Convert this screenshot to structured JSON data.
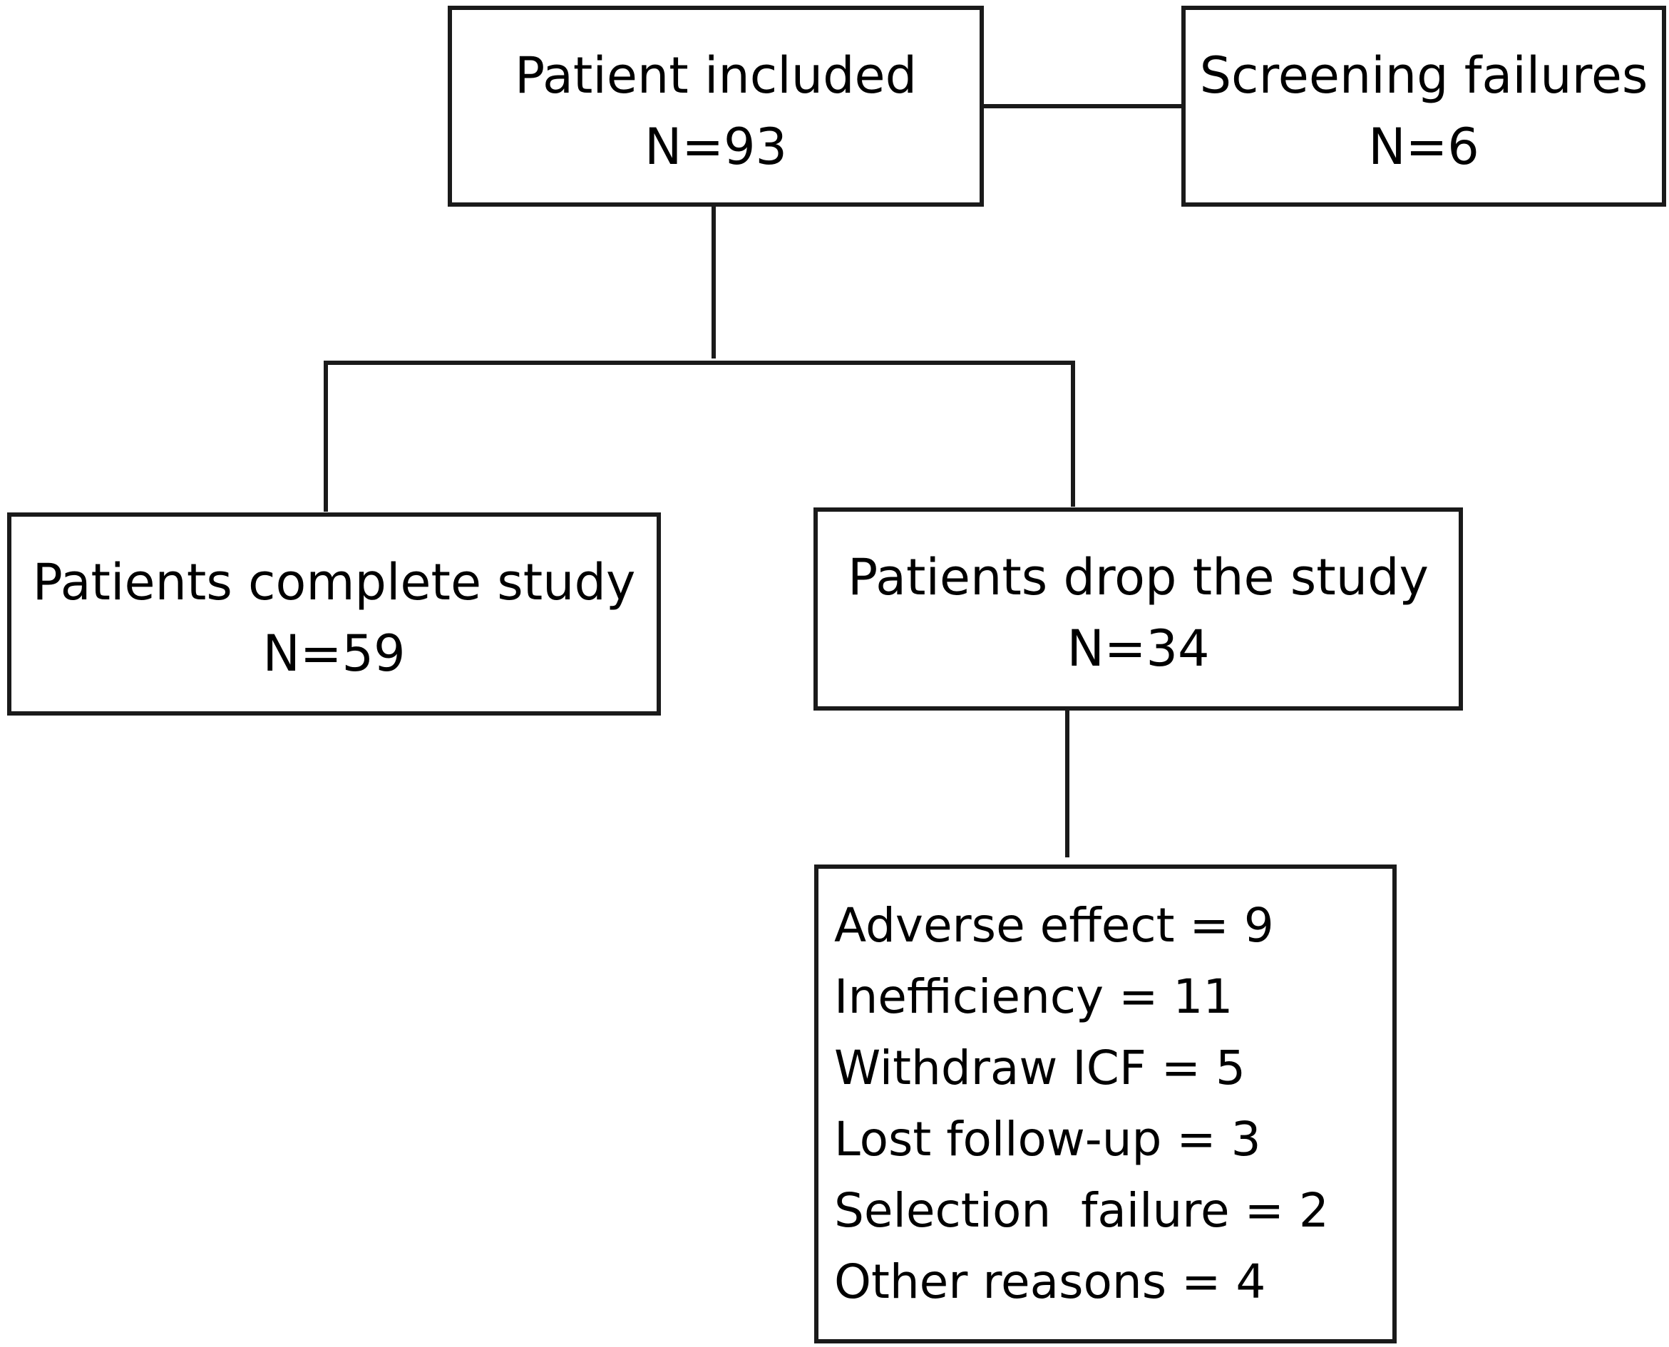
{
  "boxes": {
    "included": {
      "title": "Patient included",
      "count": "N=93"
    },
    "screening": {
      "title": "Screening failures",
      "count": "N=6"
    },
    "complete": {
      "title": "Patients complete study",
      "count": "N=59"
    },
    "drop": {
      "title": "Patients drop the study",
      "count": "N=34"
    }
  },
  "drop_reasons": [
    "Adverse effect = 9",
    "Inefficiency = 11",
    "Withdraw ICF = 5",
    "Lost follow-up = 3",
    "Selection  failure = 2",
    "Other reasons = 4"
  ]
}
